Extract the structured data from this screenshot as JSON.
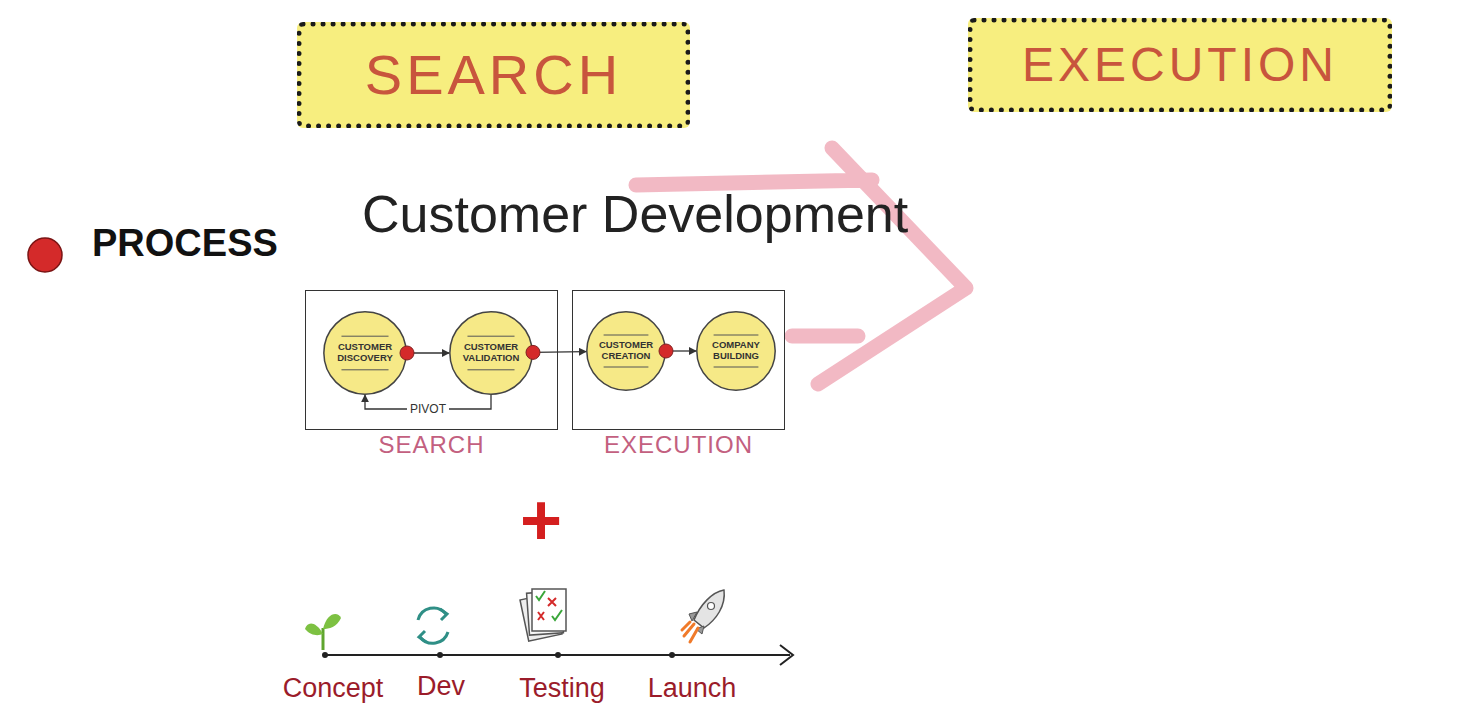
{
  "diagram": {
    "nodes": [
      {
        "text": [
          "SEARCH"
        ]
      },
      {
        "text": [
          "EXECUTION"
        ]
      },
      {
        "text": [
          "SEARCH"
        ]
      },
      {
        "text": [
          "CUSTOMER DISCOVERY"
        ],
        "in": 2
      },
      {
        "text": [
          "CUSTOMER VALIDATION"
        ],
        "in": 2
      },
      {
        "text": [
          "EXECUTION"
        ]
      },
      {
        "text": [
          "CUSTOMER CREATION"
        ],
        "in": 5
      },
      {
        "text": [
          "COMPANY BUILDING"
        ],
        "in": 5
      }
    ],
    "edges": [
      {
        "from": 3,
        "to": 4,
        "arrow": "to"
      },
      {
        "from": 4,
        "to": 6,
        "arrow": "to"
      },
      {
        "from": 6,
        "to": 7,
        "arrow": "to"
      },
      {
        "from": 4,
        "to": 3,
        "label": "PIVOT",
        "arrow": "to"
      }
    ],
    "labels": [
      "PROCESS",
      "Customer Development",
      "+",
      "Concept",
      "Dev",
      "Testing",
      "Launch"
    ]
  }
}
